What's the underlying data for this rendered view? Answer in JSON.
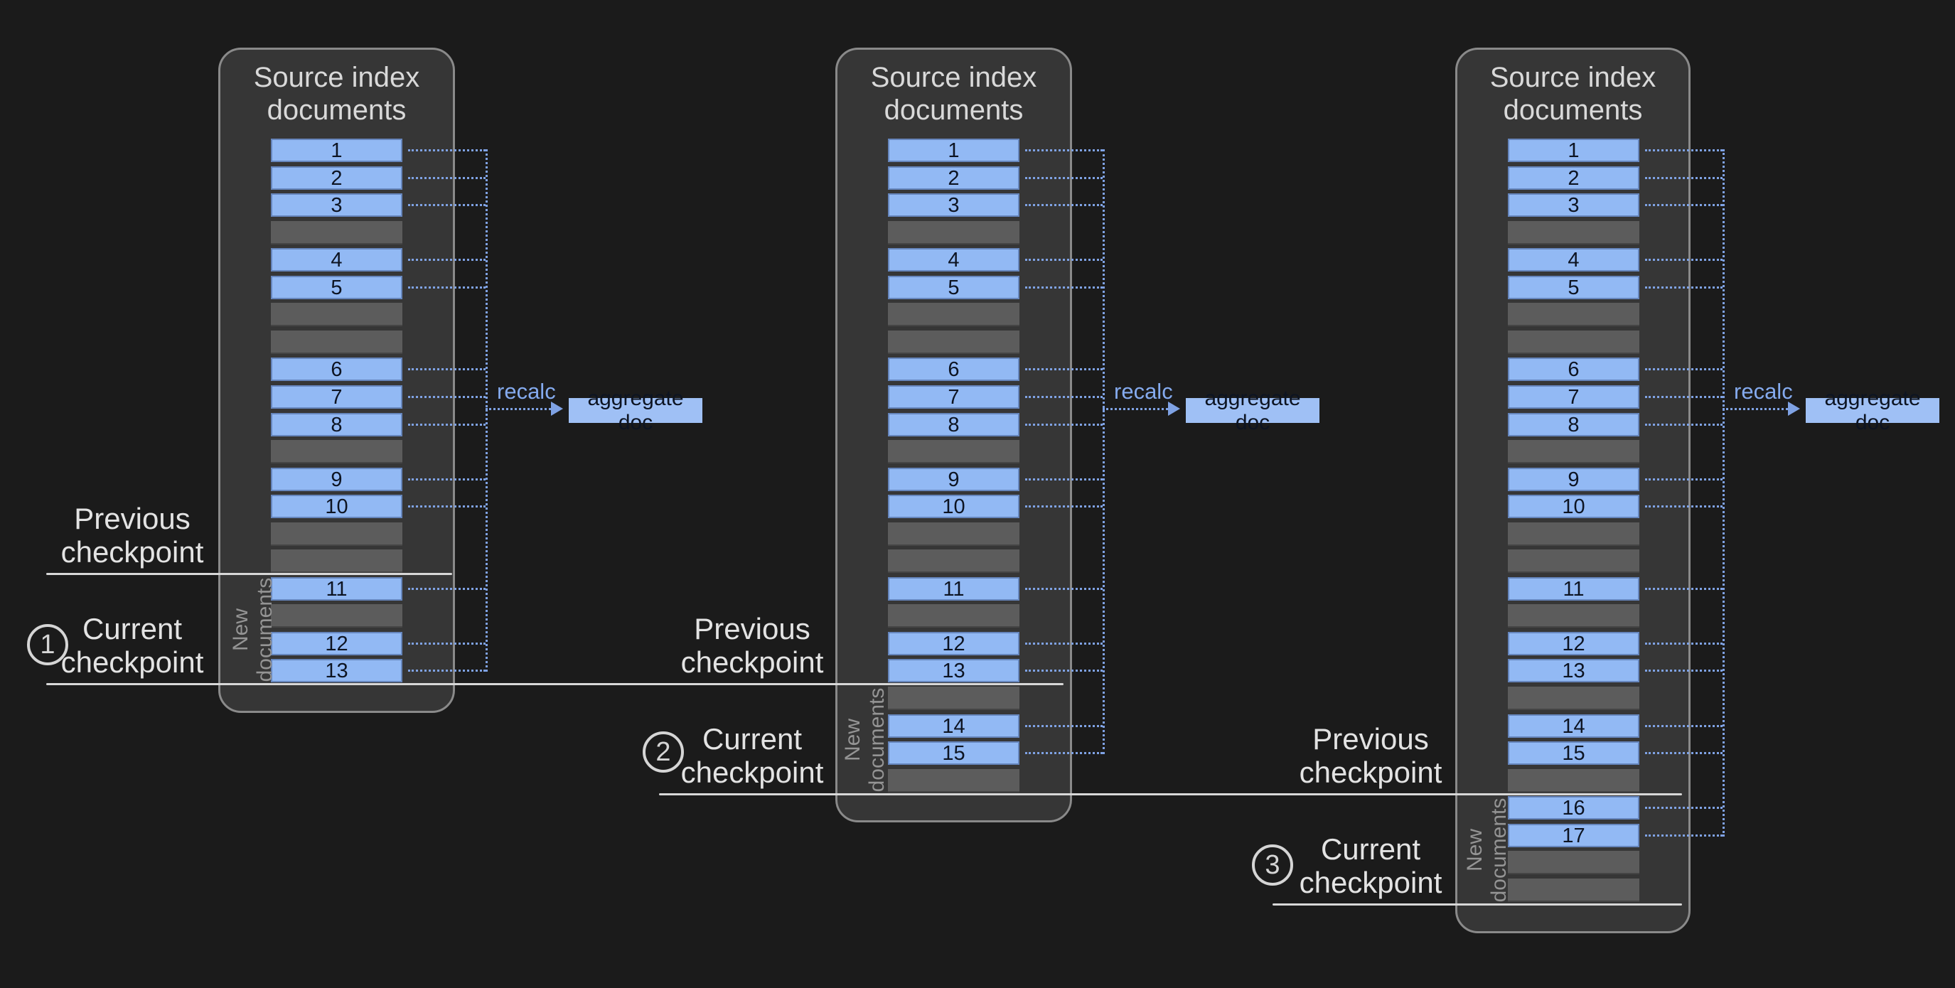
{
  "colors": {
    "background": "#1b1b1b",
    "panel_fill": "#363636",
    "panel_border": "#8a8a8a",
    "doc_bar_fill": "#92b9f4",
    "doc_bar_text": "#0d1422",
    "empty_bar_fill": "#5c5c5c",
    "dotted_connector": "#7fa2e4",
    "recalc_text": "#85abef",
    "aggregate_box_fill": "#9fc0f5",
    "checkpoint_line": "#d8d8d8",
    "checkpoint_label_text": "#e3e3e3",
    "title_text": "#d9d9d9",
    "new_documents_text": "#949494"
  },
  "labels": {
    "panel_title": [
      "Source index",
      "documents"
    ],
    "recalc": "recalc",
    "aggregate_doc": "aggregate doc",
    "new_documents": [
      "New",
      "documents"
    ],
    "previous_checkpoint": [
      "Previous",
      "checkpoint"
    ],
    "current_checkpoint": [
      "Current",
      "checkpoint"
    ]
  },
  "panels": [
    {
      "marker": "1",
      "slots": [
        "1",
        "2",
        "3",
        null,
        "4",
        "5",
        null,
        null,
        "6",
        "7",
        "8",
        null,
        "9",
        "10",
        null,
        null,
        "11",
        null,
        "12",
        "13"
      ]
    },
    {
      "marker": "2",
      "slots": [
        "1",
        "2",
        "3",
        null,
        "4",
        "5",
        null,
        null,
        "6",
        "7",
        "8",
        null,
        "9",
        "10",
        null,
        null,
        "11",
        null,
        "12",
        "13",
        null,
        "14",
        "15",
        null
      ]
    },
    {
      "marker": "3",
      "slots": [
        "1",
        "2",
        "3",
        null,
        "4",
        "5",
        null,
        null,
        "6",
        "7",
        "8",
        null,
        "9",
        "10",
        null,
        null,
        "11",
        null,
        "12",
        "13",
        null,
        "14",
        "15",
        null,
        "16",
        "17",
        null,
        null
      ]
    }
  ]
}
